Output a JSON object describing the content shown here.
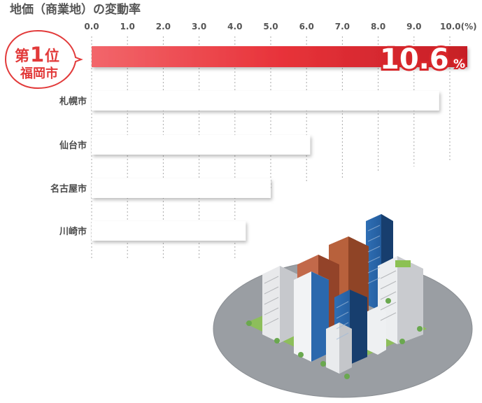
{
  "chart_data": {
    "type": "bar",
    "orientation": "horizontal",
    "title": "地価（商業地）の変動率",
    "categories": [
      "福岡市",
      "札幌市",
      "仙台市",
      "名古屋市",
      "川崎市"
    ],
    "values": [
      10.6,
      9.7,
      6.1,
      5.0,
      4.3
    ],
    "xlim": [
      0,
      10
    ],
    "ticks": [
      "0.0",
      "1.0",
      "2.0",
      "3.0",
      "4.0",
      "5.0",
      "6.0",
      "7.0",
      "8.0",
      "9.0",
      "10.0(%)"
    ],
    "highlight": {
      "rank_prefix": "第",
      "rank_number": "1",
      "rank_suffix": "位",
      "city": "福岡市",
      "value_label": "10.6",
      "unit": "%"
    },
    "colors": {
      "highlight_bar": "#e8333a",
      "bar": "#ffffff",
      "badge_border": "#e23a3a"
    }
  }
}
